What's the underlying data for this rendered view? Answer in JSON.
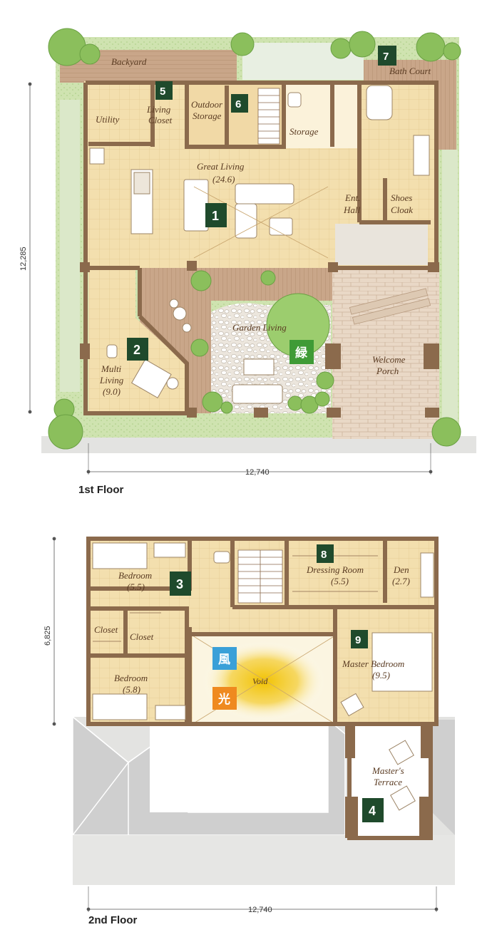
{
  "floor1": {
    "title": "1st Floor",
    "dim_width": "12,740",
    "dim_height": "12,285",
    "rooms": {
      "backyard": "Backyard",
      "bath_court": "Bath Court",
      "utility": "Utility",
      "living_closet_1": "Living",
      "living_closet_2": "Closet",
      "outdoor_storage_1": "Outdoor",
      "outdoor_storage_2": "Storage",
      "storage": "Storage",
      "great_living_1": "Great Living",
      "great_living_2": "(24.6)",
      "ent_hall_1": "Ent.",
      "ent_hall_2": "Hall",
      "shoes_cloak_1": "Shoes",
      "shoes_cloak_2": "Cloak",
      "garden_living": "Garden Living",
      "welcome_porch_1": "Welcome",
      "welcome_porch_2": "Porch",
      "multi_living_1": "Multi",
      "multi_living_2": "Living",
      "multi_living_3": "(9.0)"
    },
    "badges": [
      "1",
      "2",
      "5",
      "6",
      "7"
    ],
    "kanji_green": "緑"
  },
  "floor2": {
    "title": "2nd Floor",
    "dim_width": "12,740",
    "dim_height": "6,825",
    "rooms": {
      "bedroom_a_1": "Bedroom",
      "bedroom_a_2": "(5.5)",
      "closet_a": "Closet",
      "closet_b": "Closet",
      "bedroom_b_1": "Bedroom",
      "bedroom_b_2": "(5.8)",
      "dressing_1": "Dressing Room",
      "dressing_2": "(5.5)",
      "den_1": "Den",
      "den_2": "(2.7)",
      "master_bed_1": "Master Bedroom",
      "master_bed_2": "(9.5)",
      "void": "Void",
      "terrace_1": "Master's",
      "terrace_2": "Terrace"
    },
    "badges": [
      "3",
      "8",
      "9",
      "4"
    ],
    "kanji_wind": "風",
    "kanji_light": "光"
  },
  "colors": {
    "wall": "#8b6a4c",
    "floor": "#f3dfae",
    "deck": "#c9a689",
    "badge": "#1f4a2c",
    "green": "#8bbf5c",
    "wind": "#3aa0d8",
    "light": "#ef8a1f",
    "sun": "#f2c200"
  }
}
